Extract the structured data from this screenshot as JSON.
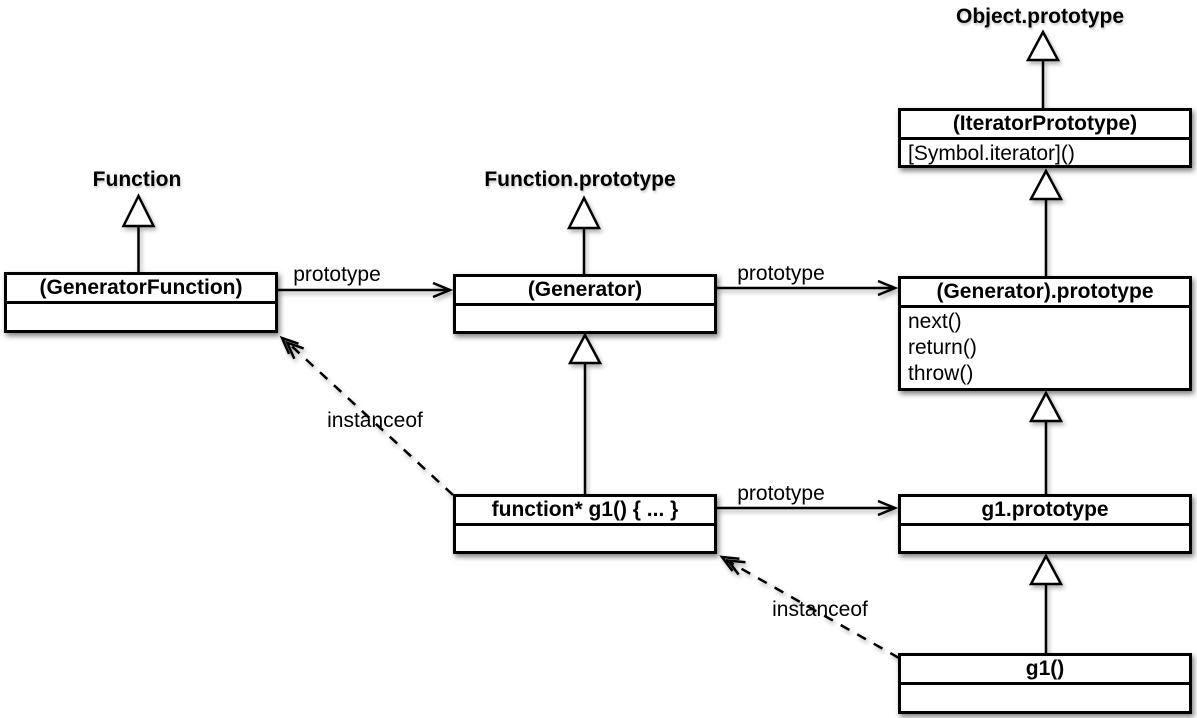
{
  "diagram": {
    "nodes": {
      "generatorFunction": {
        "title": "(GeneratorFunction)",
        "members": []
      },
      "generator": {
        "title": "(Generator)",
        "members": []
      },
      "iteratorPrototype": {
        "title": "(IteratorPrototype)",
        "members": [
          "[Symbol.iterator]()"
        ]
      },
      "generatorPrototype": {
        "title": "(Generator).prototype",
        "members": [
          "next()",
          "return()",
          "throw()"
        ]
      },
      "g1Function": {
        "title": "function* g1() { ... }",
        "members": []
      },
      "g1Prototype": {
        "title": "g1.prototype",
        "members": []
      },
      "g1Call": {
        "title": "g1()",
        "members": []
      }
    },
    "externalLabels": {
      "function": "Function",
      "functionPrototype": "Function.prototype",
      "objectPrototype": "Object.prototype"
    },
    "edgeLabels": {
      "prototype1": "prototype",
      "prototype2": "prototype",
      "prototype3": "prototype",
      "instanceof1": "instanceof",
      "instanceof2": "instanceof"
    },
    "colors": {
      "line": "#000000",
      "background": "#ffffff",
      "boxFill": "#ffffff",
      "text": "#000000"
    }
  }
}
